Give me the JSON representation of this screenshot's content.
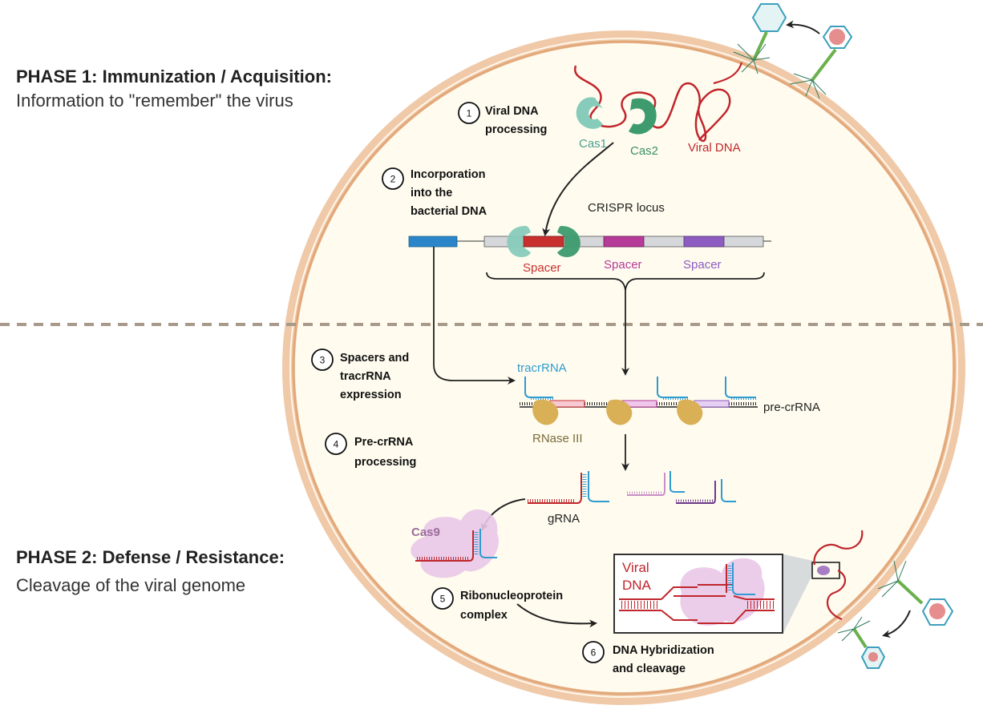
{
  "phases": [
    {
      "title": "PHASE 1: Immunization / Acquisition:",
      "subtitle": "Information to \"remember\" the virus"
    },
    {
      "title": "PHASE 2: Defense / Resistance:",
      "subtitle": "Cleavage of the viral genome"
    }
  ],
  "steps": [
    {
      "number": "1",
      "lines": [
        "Viral DNA",
        "processing"
      ]
    },
    {
      "number": "2",
      "lines": [
        "Incorporation",
        "into the",
        "bacterial DNA"
      ]
    },
    {
      "number": "3",
      "lines": [
        "Spacers and",
        "tracrRNA",
        "expression"
      ]
    },
    {
      "number": "4",
      "lines": [
        "Pre-crRNA",
        "processing"
      ]
    },
    {
      "number": "5",
      "lines": [
        "Ribonucleoprotein",
        "complex"
      ]
    },
    {
      "number": "6",
      "lines": [
        "DNA Hybridization",
        "and cleavage"
      ]
    }
  ],
  "labels": {
    "cas1": "Cas1",
    "cas2": "Cas2",
    "viral_dna": "Viral DNA",
    "crispr_locus": "CRISPR locus",
    "spacers": [
      "Spacer",
      "Spacer",
      "Spacer"
    ],
    "tracrrna": "tracrRNA",
    "pre_crrna": "pre-crRNA",
    "rnase3": "RNase III",
    "grna": "gRNA",
    "cas9": "Cas9",
    "inset_viral": "Viral",
    "inset_dna": "DNA"
  },
  "colors": {
    "cell_fill": "#fffcef",
    "cell_membrane": "#e8b48e",
    "viral_dna": "#c0262c",
    "cas1": "#7fc8b8",
    "cas2": "#3c9a6c",
    "spacer_1": "#c8302f",
    "spacer_2": "#b63a97",
    "spacer_3": "#8c5cc0",
    "tracr": "#2f9bd1",
    "rnase": "#d9b055",
    "cas9": "#e8c6e6",
    "cas9_label": "#9b6b9b",
    "divider": "#a89a8a",
    "gene_blue": "#2a86c9"
  }
}
